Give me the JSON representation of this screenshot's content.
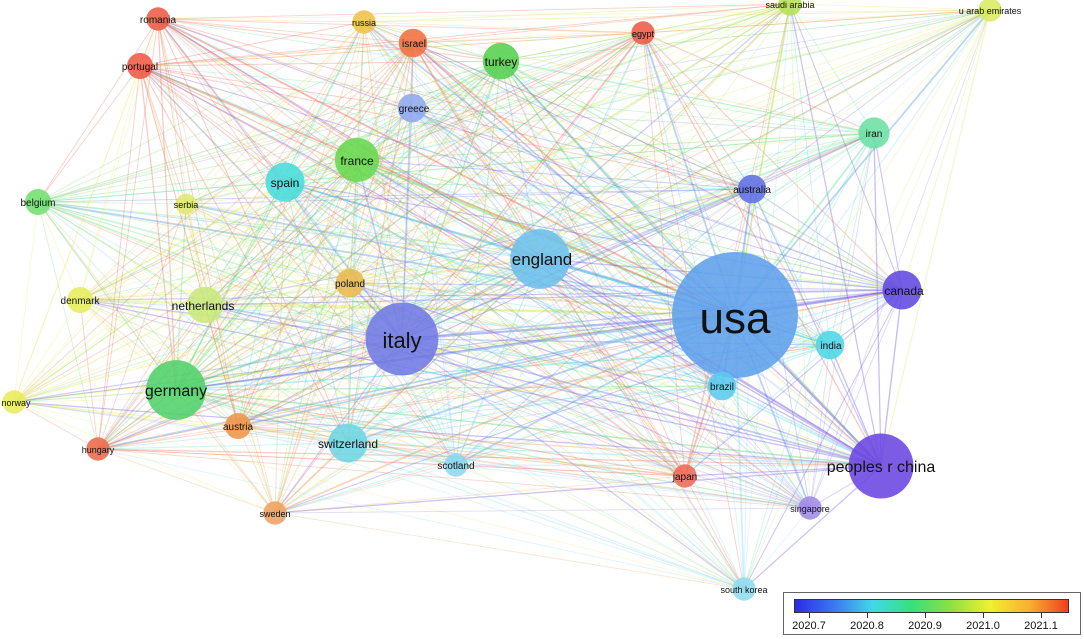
{
  "nodes": [
    {
      "id": "usa",
      "label": "usa",
      "size": 0.97,
      "color": "#5ea0ec"
    },
    {
      "id": "italy",
      "label": "italy",
      "size": 0.56,
      "color": "#6f79e4"
    },
    {
      "id": "england",
      "label": "england",
      "size": 0.46,
      "color": "#6cc0ec"
    },
    {
      "id": "peoples_r_china",
      "label": "peoples r china",
      "size": 0.5,
      "color": "#6a46e0"
    },
    {
      "id": "germany",
      "label": "germany",
      "size": 0.46,
      "color": "#51d26a"
    },
    {
      "id": "france",
      "label": "france",
      "size": 0.34,
      "color": "#66d84c"
    },
    {
      "id": "spain",
      "label": "spain",
      "size": 0.3,
      "color": "#48dcdc"
    },
    {
      "id": "canada",
      "label": "canada",
      "size": 0.3,
      "color": "#6048e0"
    },
    {
      "id": "switzerland",
      "label": "switzerland",
      "size": 0.3,
      "color": "#6ed6e2"
    },
    {
      "id": "netherlands",
      "label": "netherlands",
      "size": 0.28,
      "color": "#c8e87c"
    },
    {
      "id": "turkey",
      "label": "turkey",
      "size": 0.28,
      "color": "#55d04f"
    },
    {
      "id": "iran",
      "label": "iran",
      "size": 0.24,
      "color": "#6ce0a4"
    },
    {
      "id": "australia",
      "label": "australia",
      "size": 0.22,
      "color": "#5f6fe4"
    },
    {
      "id": "india",
      "label": "india",
      "size": 0.22,
      "color": "#4ad8e6"
    },
    {
      "id": "brazil",
      "label": "brazil",
      "size": 0.22,
      "color": "#5cc9ef"
    },
    {
      "id": "poland",
      "label": "poland",
      "size": 0.22,
      "color": "#e8bb4c"
    },
    {
      "id": "greece",
      "label": "greece",
      "size": 0.22,
      "color": "#8fa8ee"
    },
    {
      "id": "israel",
      "label": "israel",
      "size": 0.22,
      "color": "#f07040"
    },
    {
      "id": "belgium",
      "label": "belgium",
      "size": 0.2,
      "color": "#70e070"
    },
    {
      "id": "denmark",
      "label": "denmark",
      "size": 0.2,
      "color": "#e6ee5a"
    },
    {
      "id": "austria",
      "label": "austria",
      "size": 0.2,
      "color": "#f09448"
    },
    {
      "id": "norway",
      "label": "norway",
      "size": 0.18,
      "color": "#e8ec5a"
    },
    {
      "id": "hungary",
      "label": "hungary",
      "size": 0.18,
      "color": "#ee6a4a"
    },
    {
      "id": "sweden",
      "label": "sweden",
      "size": 0.18,
      "color": "#f0a060"
    },
    {
      "id": "scotland",
      "label": "scotland",
      "size": 0.18,
      "color": "#8ad8f0"
    },
    {
      "id": "japan",
      "label": "japan",
      "size": 0.18,
      "color": "#f06a56"
    },
    {
      "id": "singapore",
      "label": "singapore",
      "size": 0.18,
      "color": "#a08ae6"
    },
    {
      "id": "south_korea",
      "label": "south korea",
      "size": 0.18,
      "color": "#8fdcf0"
    },
    {
      "id": "serbia",
      "label": "serbia",
      "size": 0.16,
      "color": "#e0e870"
    },
    {
      "id": "romania",
      "label": "romania",
      "size": 0.18,
      "color": "#ee5a46"
    },
    {
      "id": "russia",
      "label": "russia",
      "size": 0.18,
      "color": "#eec24c"
    },
    {
      "id": "portugal",
      "label": "portugal",
      "size": 0.2,
      "color": "#ee5a46"
    },
    {
      "id": "egypt",
      "label": "egypt",
      "size": 0.18,
      "color": "#ee5a46"
    },
    {
      "id": "saudi_arabia",
      "label": "saudi arabia",
      "size": 0.18,
      "color": "#b6e05a"
    },
    {
      "id": "u_arab_emirates",
      "label": "u arab emirates",
      "size": 0.18,
      "color": "#d8ea62"
    }
  ],
  "legend": {
    "tick_labels": [
      "2020.7",
      "2020.8",
      "2020.9",
      "2021.0",
      "2021.1"
    ],
    "gradient_colors": [
      "#2b2be8",
      "#3a78f0",
      "#40d8e8",
      "#38e07a",
      "#8ee040",
      "#f0f030",
      "#f8b030",
      "#f04020"
    ]
  }
}
